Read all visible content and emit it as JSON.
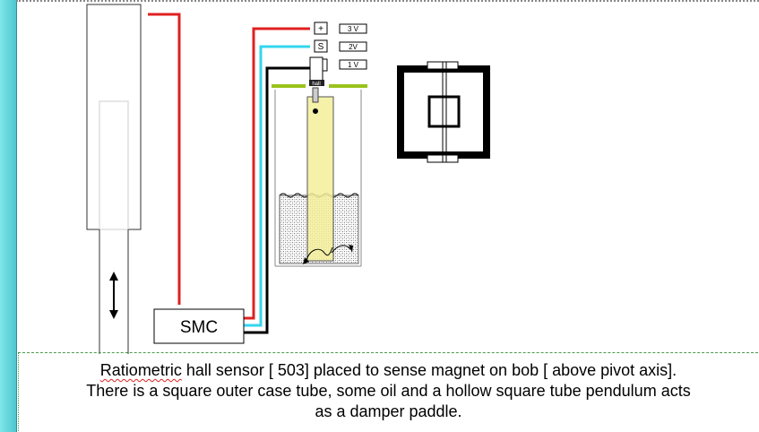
{
  "smc": {
    "label": "SMC"
  },
  "pins": [
    {
      "symbol": "+",
      "voltage": "3 V"
    },
    {
      "symbol": "S",
      "voltage": "2V"
    },
    {
      "symbol": "-",
      "voltage": "1 V"
    }
  ],
  "sensor": {
    "label": "hall"
  },
  "caption": {
    "first_word": "Ratiometric",
    "line1_rest": " hall sensor [ 503] placed to sense magnet on bob [ above pivot axis].",
    "line2": "There is a square outer case tube, some  oil and a  hollow  square tube pendulum acts",
    "line3": "as a damper paddle."
  },
  "colors": {
    "wire_positive": "#e02020",
    "wire_signal": "#33d6ee",
    "wire_ground": "#000000",
    "bracket": "#9ac31c",
    "bob": "#f3ef9a",
    "sidebar": "#5fd0d8"
  }
}
